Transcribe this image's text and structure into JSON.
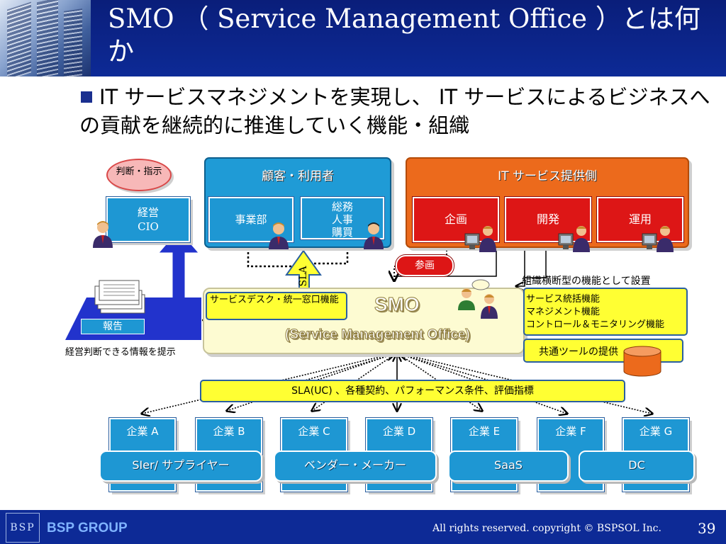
{
  "slide": {
    "title": "SMO （ Service Management Office ）とは何か",
    "bullet": "IT サービスマネジメントを実現し、 IT サービスによるビジネスへの貢献を継続的に推進していく機能・組織",
    "brand": "BSP GROUP",
    "logo_text": "BSP",
    "copyright": "All rights reserved. copyright © BSPSOL Inc.",
    "page_number": "39"
  },
  "diagram": {
    "judgment_bubble": "判断・指示",
    "mgmt_box": {
      "line1": "経営",
      "line2": "CIO"
    },
    "report_label": "報告",
    "mgmt_info_label": "経営判断できる情報を提示",
    "customer_group": {
      "title": "顧客・利用者",
      "business_unit": "事業部",
      "general_affairs": {
        "line1": "総務",
        "line2": "人事",
        "line3": "購買"
      }
    },
    "provider_group": {
      "title": "IT サービス提供側",
      "planning": "企画",
      "development": "開発",
      "operations": "運用"
    },
    "sla_label": "SLA",
    "participate_label": "参画",
    "cross_org_label": "組織横断型の機能として設置",
    "smo": {
      "title": "SMO",
      "subtitle": "(Service Management Office)",
      "service_desk": "サービスデスク・統一窓口機能",
      "service_functions": {
        "line1": "サービス統括機能",
        "line2": "マネジメント機能",
        "line3": "コントロール＆モニタリング機能"
      },
      "common_tools": "共通ツールの提供"
    },
    "sla_uc_bar": "SLA(UC) 、各種契約、パフォーマンス条件、評価指標",
    "companies": [
      "企業 A",
      "企業 B",
      "企業 C",
      "企業 D",
      "企業 E",
      "企業 F",
      "企業 G"
    ],
    "vendor_groups": [
      "SIer/ サプライヤー",
      "ベンダー・メーカー",
      "SaaS",
      "DC"
    ]
  },
  "colors": {
    "header_bg": "#0d2a96",
    "blue_box": "#1e97d3",
    "orange_group": "#ec6a1c",
    "red_box": "#dd1616",
    "yellow": "#ffff33",
    "smo_bg": "#fdfbd2"
  }
}
